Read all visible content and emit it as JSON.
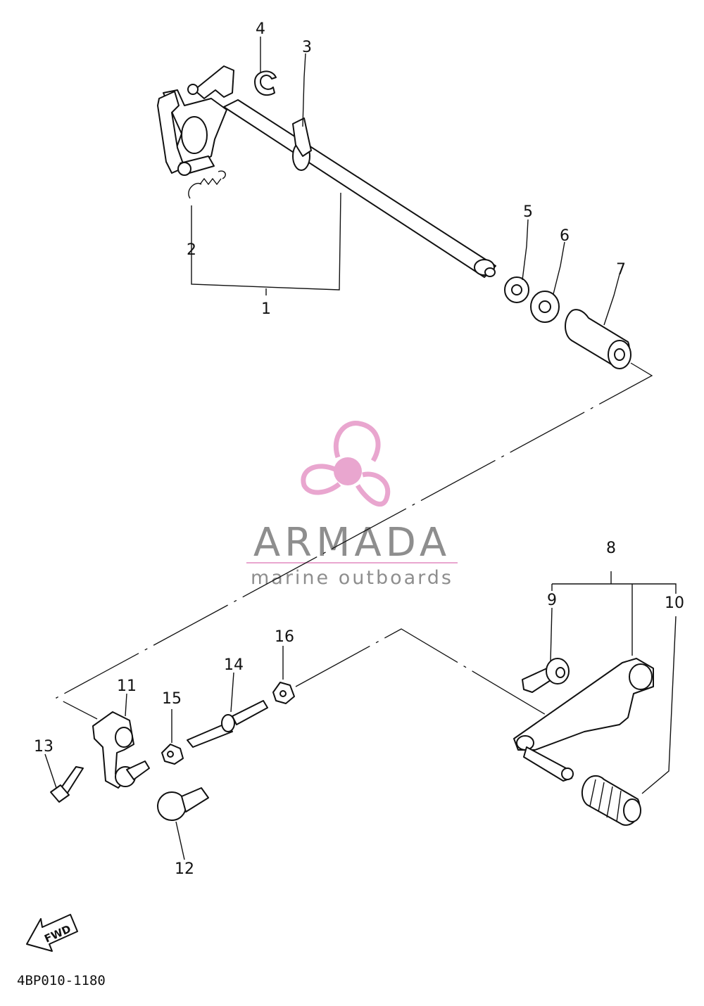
{
  "callouts": {
    "p1": "1",
    "p2": "2",
    "p3": "3",
    "p4": "4",
    "p5": "5",
    "p6": "6",
    "p7": "7",
    "p8": "8",
    "p9": "9",
    "p10": "10",
    "p11": "11",
    "p12": "12",
    "p13": "13",
    "p14": "14",
    "p15": "15",
    "p16": "16"
  },
  "direction_label": "FWD",
  "diagram_code": "4BP010-1180",
  "watermark": {
    "brand": "ARMADA",
    "tagline": "marine outboards",
    "pink": "#e9a6cf",
    "gray": "#8e8e8e"
  }
}
